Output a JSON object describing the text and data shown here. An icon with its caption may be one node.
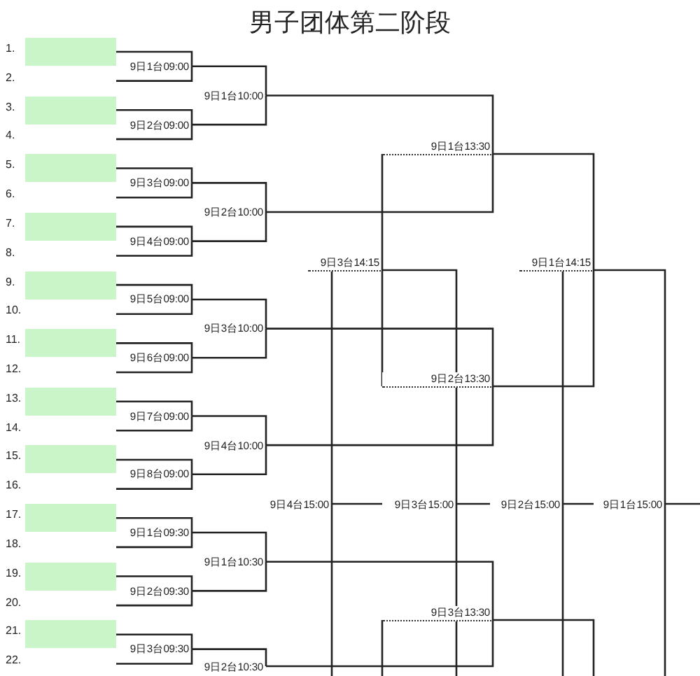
{
  "diagram": {
    "title": "男子团体第二阶段",
    "nodes": [
      {
        "text": [],
        "shape": "box"
      },
      {
        "text": [],
        "shape": "box"
      },
      {
        "text": [],
        "shape": "box"
      },
      {
        "text": [],
        "shape": "box"
      },
      {
        "text": [],
        "shape": "box"
      },
      {
        "text": [],
        "shape": "box"
      },
      {
        "text": [],
        "shape": "box"
      },
      {
        "text": [],
        "shape": "box"
      },
      {
        "text": [],
        "shape": "box"
      },
      {
        "text": [],
        "shape": "box"
      },
      {
        "text": [],
        "shape": "box"
      },
      {
        "text": [
          "9日1台09:00"
        ]
      },
      {
        "text": [
          "9日2台09:00"
        ]
      },
      {
        "text": [
          "9日3台09:00"
        ]
      },
      {
        "text": [
          "9日4台09:00"
        ]
      },
      {
        "text": [
          "9日5台09:00"
        ]
      },
      {
        "text": [
          "9日6台09:00"
        ]
      },
      {
        "text": [
          "9日7台09:00"
        ]
      },
      {
        "text": [
          "9日8台09:00"
        ]
      },
      {
        "text": [
          "9日1台09:30"
        ]
      },
      {
        "text": [
          "9日2台09:30"
        ]
      },
      {
        "text": [
          "9日3台09:30"
        ]
      },
      {
        "text": [
          "9日1台10:00"
        ]
      },
      {
        "text": [
          "9日2台10:00"
        ]
      },
      {
        "text": [
          "9日3台10:00"
        ]
      },
      {
        "text": [
          "9日4台10:00"
        ]
      },
      {
        "text": [
          "9日1台10:30"
        ]
      },
      {
        "text": [
          "9日2台10:30"
        ]
      },
      {
        "text": [
          "9日1台13:30"
        ]
      },
      {
        "text": [
          "9日2台13:30"
        ]
      },
      {
        "text": [
          "9日3台13:30"
        ]
      },
      {
        "text": [
          "9日3台14:15"
        ]
      },
      {
        "text": [
          "9日1台14:15"
        ]
      },
      {
        "text": [
          "9日4台15:00"
        ]
      },
      {
        "text": [
          "9日3台15:00"
        ]
      },
      {
        "text": [
          "9日2台15:00"
        ]
      },
      {
        "text": [
          "9日1台15:00"
        ]
      }
    ],
    "edges": [
      {
        "from": 0,
        "to": 11,
        "arrow": "none"
      },
      {
        "from": null,
        "to": 11,
        "arrow": "none"
      },
      {
        "from": 1,
        "to": 12,
        "arrow": "none"
      },
      {
        "from": null,
        "to": 12,
        "arrow": "none"
      },
      {
        "from": 2,
        "to": 13,
        "arrow": "none"
      },
      {
        "from": null,
        "to": 13,
        "arrow": "none"
      },
      {
        "from": 3,
        "to": 14,
        "arrow": "none"
      },
      {
        "from": null,
        "to": 14,
        "arrow": "none"
      },
      {
        "from": 4,
        "to": 15,
        "arrow": "none"
      },
      {
        "from": null,
        "to": 15,
        "arrow": "none"
      },
      {
        "from": 5,
        "to": 16,
        "arrow": "none"
      },
      {
        "from": null,
        "to": 16,
        "arrow": "none"
      },
      {
        "from": 6,
        "to": 17,
        "arrow": "none"
      },
      {
        "from": null,
        "to": 17,
        "arrow": "none"
      },
      {
        "from": 7,
        "to": 18,
        "arrow": "none"
      },
      {
        "from": null,
        "to": 18,
        "arrow": "none"
      },
      {
        "from": 8,
        "to": 19,
        "arrow": "none"
      },
      {
        "from": null,
        "to": 19,
        "arrow": "none"
      },
      {
        "from": 9,
        "to": 20,
        "arrow": "none"
      },
      {
        "from": null,
        "to": 20,
        "arrow": "none"
      },
      {
        "from": 10,
        "to": 21,
        "arrow": "none"
      },
      {
        "from": null,
        "to": 21,
        "arrow": "none"
      },
      {
        "from": 11,
        "to": 22,
        "arrow": "none"
      },
      {
        "from": 12,
        "to": 22,
        "arrow": "none"
      },
      {
        "from": 13,
        "to": 23,
        "arrow": "none"
      },
      {
        "from": 14,
        "to": 23,
        "arrow": "none"
      },
      {
        "from": 15,
        "to": 24,
        "arrow": "none"
      },
      {
        "from": 16,
        "to": 24,
        "arrow": "none"
      },
      {
        "from": 17,
        "to": 25,
        "arrow": "none"
      },
      {
        "from": 18,
        "to": 25,
        "arrow": "none"
      },
      {
        "from": 19,
        "to": 26,
        "arrow": "none"
      },
      {
        "from": 20,
        "to": 26,
        "arrow": "none"
      },
      {
        "from": 21,
        "to": 27,
        "arrow": "none"
      },
      {
        "from": 22,
        "to": 28,
        "arrow": "none"
      },
      {
        "from": 23,
        "to": 28,
        "arrow": "none"
      },
      {
        "from": 24,
        "to": 29,
        "arrow": "none"
      },
      {
        "from": 25,
        "to": 29,
        "arrow": "none"
      },
      {
        "from": 26,
        "to": 30,
        "arrow": "none"
      },
      {
        "from": 27,
        "to": 30,
        "arrow": "none"
      },
      {
        "from": 28,
        "to": 32,
        "arrow": "none"
      },
      {
        "from": 29,
        "to": 32,
        "arrow": "none"
      },
      {
        "from": 28,
        "to": 31,
        "arrow": "none"
      },
      {
        "from": 29,
        "to": 31,
        "arrow": "none"
      },
      {
        "from": 31,
        "to": 34,
        "arrow": "none"
      },
      {
        "from": 31,
        "to": 33,
        "arrow": "none"
      },
      {
        "from": 32,
        "to": 36,
        "arrow": "none"
      },
      {
        "from": 32,
        "to": 35,
        "arrow": "none"
      },
      {
        "from": 33,
        "to": 34,
        "arrow": "none"
      },
      {
        "from": 34,
        "to": 35,
        "arrow": "none"
      },
      {
        "from": 35,
        "to": 36,
        "arrow": "none"
      },
      {
        "from": 36,
        "to": null,
        "arrow": "none"
      },
      {
        "from": null,
        "to": 33,
        "arrow": "none"
      },
      {
        "from": null,
        "to": 34,
        "arrow": "none"
      },
      {
        "from": null,
        "to": 35,
        "arrow": "none"
      },
      {
        "from": null,
        "to": 36,
        "arrow": "none"
      },
      {
        "from": 30,
        "to": null,
        "arrow": "none"
      },
      {
        "from": 30,
        "to": null,
        "arrow": "none"
      }
    ],
    "labels": [
      "1.",
      "2.",
      "3.",
      "4.",
      "5.",
      "6.",
      "7.",
      "8.",
      "9.",
      "10.",
      "11.",
      "12.",
      "13.",
      "14.",
      "15.",
      "16.",
      "17.",
      "18.",
      "19.",
      "20.",
      "21.",
      "22."
    ]
  }
}
